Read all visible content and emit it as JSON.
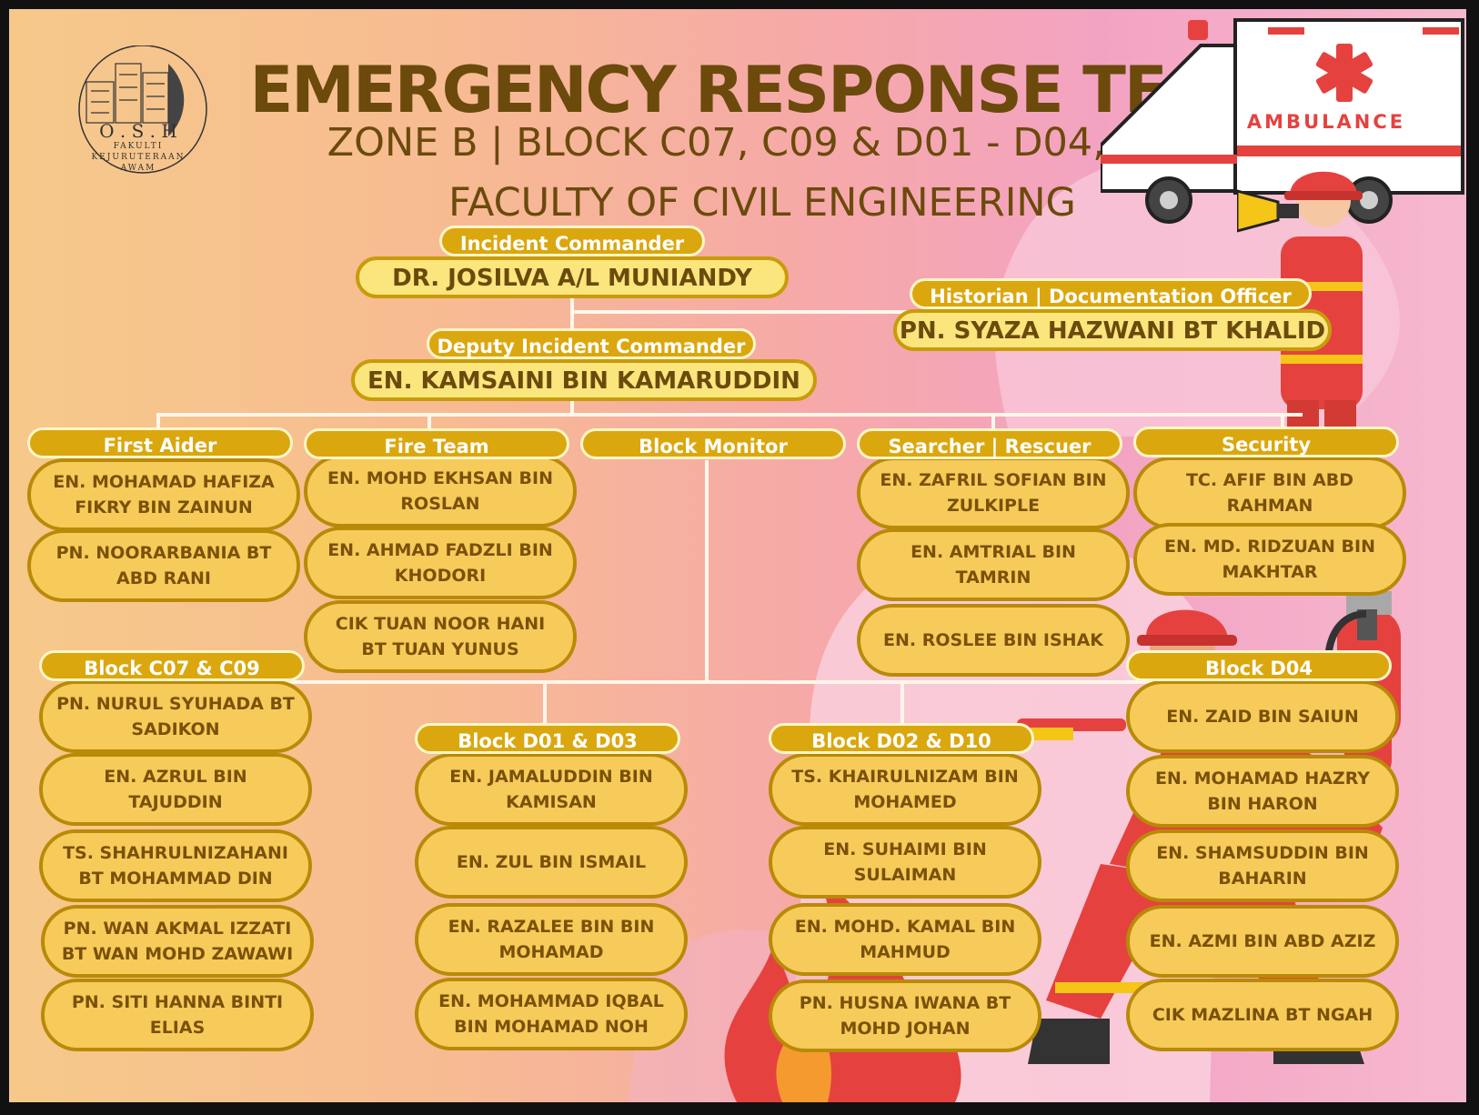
{
  "logo": {
    "letters": "O . S . H",
    "line1": "FAKULTI",
    "line2": "KEJURUTERAAN",
    "line3": "AWAM"
  },
  "header": {
    "title": "EMERGENCY RESPONSE TEAM",
    "zone": "ZONE B | BLOCK C07, C09 & D01 - D04, D10",
    "faculty": "FACULTY OF CIVIL ENGINEERING"
  },
  "ambulance": {
    "label": "AMBULANCE"
  },
  "incident_commander": {
    "role": "Incident Commander",
    "name": "DR. JOSILVA A/L MUNIANDY"
  },
  "historian": {
    "role": "Historian | Documentation Officer",
    "name": "PN. SYAZA HAZWANI BT KHALID"
  },
  "deputy": {
    "role": "Deputy Incident Commander",
    "name": "EN. KAMSAINI BIN KAMARUDDIN"
  },
  "teams": [
    {
      "role": "First Aider",
      "members": [
        "EN. MOHAMAD HAFIZA FIKRY BIN ZAINUN",
        "PN. NOORARBANIA BT ABD RANI"
      ]
    },
    {
      "role": "Fire Team",
      "members": [
        "EN. MOHD EKHSAN BIN ROSLAN",
        "EN. AHMAD FADZLI BIN KHODORI",
        "CIK TUAN NOOR HANI BT TUAN YUNUS"
      ]
    },
    {
      "role": "Block Monitor",
      "members": []
    },
    {
      "role": "Searcher | Rescuer",
      "members": [
        "EN. ZAFRIL SOFIAN BIN ZULKIPLE",
        "EN. AMTRIAL BIN TAMRIN",
        "EN. ROSLEE BIN ISHAK"
      ]
    },
    {
      "role": "Security",
      "members": [
        "TC. AFIF BIN ABD RAHMAN",
        "EN. MD. RIDZUAN BIN MAKHTAR"
      ]
    }
  ],
  "blocks": [
    {
      "role": "Block C07 & C09",
      "members": [
        "PN. NURUL SYUHADA BT SADIKON",
        "EN. AZRUL BIN TAJUDDIN",
        "TS. SHAHRULNIZAHANI BT MOHAMMAD DIN",
        "PN. WAN AKMAL IZZATI BT WAN MOHD ZAWAWI",
        "PN. SITI HANNA BINTI ELIAS"
      ]
    },
    {
      "role": "Block D01 & D03",
      "members": [
        "EN. JAMALUDDIN BIN KAMISAN",
        "EN. ZUL BIN ISMAIL",
        "EN. RAZALEE BIN BIN MOHAMAD",
        "EN. MOHAMMAD IQBAL BIN MOHAMAD NOH"
      ]
    },
    {
      "role": "Block D02 & D10",
      "members": [
        "TS. KHAIRULNIZAM BIN MOHAMED",
        "EN. SUHAIMI BIN SULAIMAN",
        "EN. MOHD. KAMAL BIN MAHMUD",
        "PN. HUSNA IWANA BT MOHD JOHAN"
      ]
    },
    {
      "role": "Block D04",
      "members": [
        "EN. ZAID BIN SAIUN",
        "EN. MOHAMAD HAZRY BIN HARON",
        "EN. SHAMSUDDIN BIN BAHARIN",
        "EN. AZMI BIN ABD AZIZ",
        "CIK MAZLINA BT NGAH"
      ]
    }
  ]
}
